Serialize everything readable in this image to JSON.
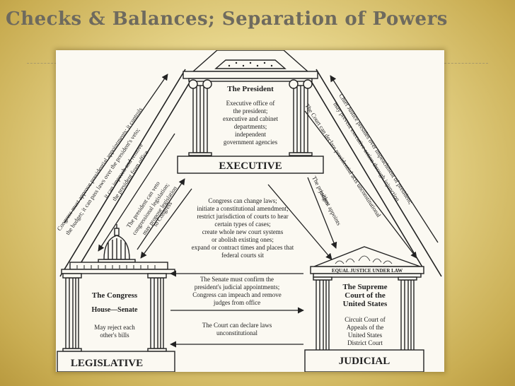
{
  "title": "Checks & Balances; Separation of Powers",
  "executive": {
    "heading": "The President",
    "lines": [
      "Executive office of",
      "the president;",
      "executive and cabinet",
      "departments;",
      "independent",
      "government agencies"
    ],
    "label": "EXECUTIVE"
  },
  "legislative": {
    "heading": "The Congress",
    "sub": "House—Senate",
    "lines": [
      "May reject each",
      "other's bills"
    ],
    "label": "LEGISLATIVE"
  },
  "judicial": {
    "pediment": "EQUAL JUSTICE UNDER LAW",
    "heading": [
      "The Supreme",
      "Court of the",
      "United States"
    ],
    "lines": [
      "Circuit Court of",
      "Appeals of the",
      "United States",
      "District Court"
    ],
    "label": "JUDICIAL"
  },
  "arrows": {
    "leg_to_exec": [
      "Congress must approve presidential appointments; it controls",
      "the budget; it can pass laws over the president's veto;",
      "it can impeach and remove",
      "the president from office"
    ],
    "exec_to_leg": [
      "The president can veto",
      "congressional legislation;",
      "may propose legislation",
      "to Congress"
    ],
    "jud_to_exec": [
      "Chief Justice presides over impeachment of president;",
      "may prevent executive action through injunction"
    ],
    "exec_jud_court": [
      "The Court can declare presidential acts unconstitutional"
    ],
    "exec_to_jud": [
      "The president appoints",
      "judges"
    ],
    "leg_to_jud_center": [
      "Congress can change laws;",
      "initiate a constitutional amendment;",
      "restrict jurisdiction of courts to hear",
      "certain types of cases;",
      "create whole new court systems",
      "or abolish existing ones;",
      "expand or contract times and places that",
      "federal courts sit"
    ],
    "senate": [
      "The Senate must confirm the",
      "president's judicial appointments;",
      "Congress can impeach and remove",
      "judges from office"
    ],
    "court_laws": [
      "The Court can declare laws",
      "unconstitutional"
    ]
  }
}
